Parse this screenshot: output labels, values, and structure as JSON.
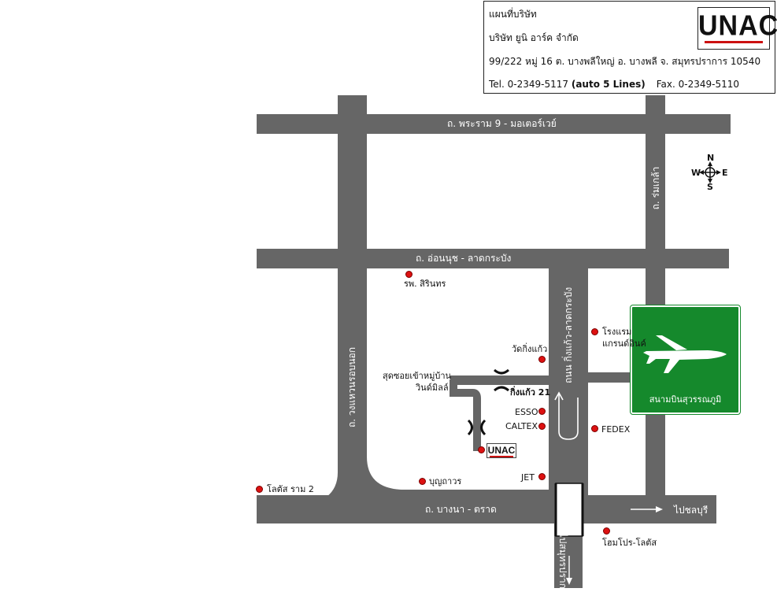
{
  "info": {
    "title": "แผนที่บริษัท",
    "company": "บริษัท  ยูนิ  อาร์ค  จำกัด",
    "address": "99/222 หมู่ 16 ต. บางพลีใหญ่ อ. บางพลี จ. สมุทรปราการ 10540",
    "phone_prefix": "Tel. 0-2349-5117 ",
    "phone_lines": "(auto 5 Lines)",
    "fax": "Fax. 0-2349-5110",
    "logo": "UNAC"
  },
  "roads": {
    "rama9": "ถ. พระราม 9 - มอเตอร์เวย์",
    "onnut": "ถ. อ่อนนุช -  ลาดกระบัง",
    "bangna": "ถ. บางนา - ตราด",
    "ring": "ถ. วงแหวนรอบนอก",
    "romklao": "ถ. ร่มเกล้า",
    "kingkaew": "ถนน กิ่งแก้ว-ลาดกระบัง",
    "to_samut": "ไปสมุทรปราการ",
    "to_chonburi": "ไปชลบุรี"
  },
  "landmarks": {
    "hospital": "รพ. สิรินทร",
    "watkingkaew": "วัดกิ่งแก้ว",
    "soi_end_1": "สุดซอยเข้าหมู่บ้าน",
    "soi_end_2": "วินด์มิลล์",
    "kingkaew21": "กิ่งแก้ว 21",
    "esso": "ESSO",
    "caltex": "CALTEX",
    "jet": "JET",
    "boonthavorn": "บุญถาวร",
    "lotus_rama2": "โลตัส ราม 2",
    "hotel_1": "โรงแรม",
    "hotel_2": "แกรนด์อินค์",
    "fedex": "FEDEX",
    "homepro": "โฮมโปร-โลตัส",
    "unac_marker": "UNAC"
  },
  "airport": {
    "name": "สนามบินสุวรรณภูมิ"
  },
  "compass": {
    "n": "N",
    "s": "S",
    "e": "E",
    "w": "W"
  },
  "colors": {
    "road": "#666666",
    "marker": "#dd1111",
    "airport": "#15892c",
    "logo_bar": "#cc1111"
  }
}
